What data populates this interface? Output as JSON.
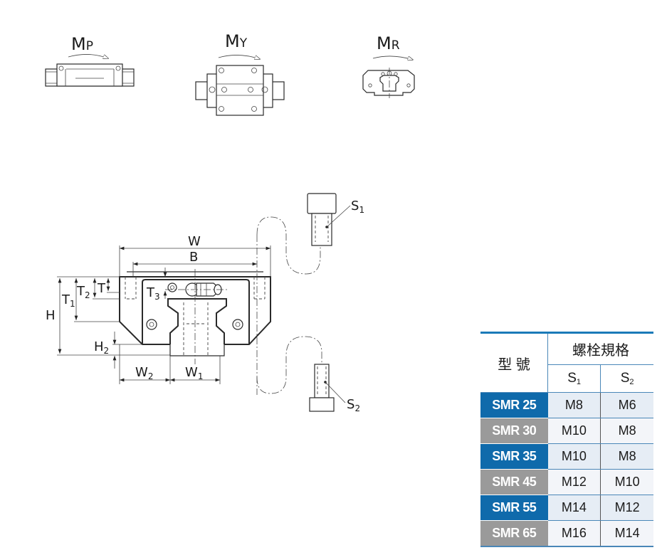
{
  "moment_diagrams": [
    {
      "id": "pitch",
      "label_main": "M",
      "label_sub": "P",
      "view": "side view of block on rail"
    },
    {
      "id": "yaw",
      "label_main": "M",
      "label_sub": "Y",
      "view": "top view of block on rail"
    },
    {
      "id": "roll",
      "label_main": "M",
      "label_sub": "R",
      "view": "front view of block on rail"
    }
  ],
  "dimensions": {
    "W": {
      "main": "W",
      "sub": ""
    },
    "B": {
      "main": "B",
      "sub": ""
    },
    "H": {
      "main": "H",
      "sub": ""
    },
    "T": {
      "main": "T",
      "sub": ""
    },
    "T1": {
      "main": "T",
      "sub": "1"
    },
    "T2": {
      "main": "T",
      "sub": "2"
    },
    "T3": {
      "main": "T",
      "sub": "3"
    },
    "H2": {
      "main": "H",
      "sub": "2"
    },
    "W1": {
      "main": "W",
      "sub": "1"
    },
    "W2": {
      "main": "W",
      "sub": "2"
    }
  },
  "bolts": {
    "S1": {
      "main": "S",
      "sub": "1"
    },
    "S2": {
      "main": "S",
      "sub": "2"
    }
  },
  "table": {
    "header_model": "型 號",
    "header_group": "螺栓規格",
    "sub_headers": [
      {
        "main": "S",
        "sub": "1"
      },
      {
        "main": "S",
        "sub": "2"
      }
    ],
    "rows": [
      {
        "model": "SMR 25",
        "s1": "M8",
        "s2": "M6",
        "style": "blue"
      },
      {
        "model": "SMR 30",
        "s1": "M10",
        "s2": "M8",
        "style": "gray"
      },
      {
        "model": "SMR 35",
        "s1": "M10",
        "s2": "M8",
        "style": "blue"
      },
      {
        "model": "SMR 45",
        "s1": "M12",
        "s2": "M10",
        "style": "gray"
      },
      {
        "model": "SMR 55",
        "s1": "M14",
        "s2": "M12",
        "style": "blue"
      },
      {
        "model": "SMR 65",
        "s1": "M16",
        "s2": "M14",
        "style": "gray"
      }
    ],
    "colors": {
      "blue": "#0f6aab",
      "gray": "#9a9a9a",
      "rule": "#1a7ab8"
    }
  }
}
